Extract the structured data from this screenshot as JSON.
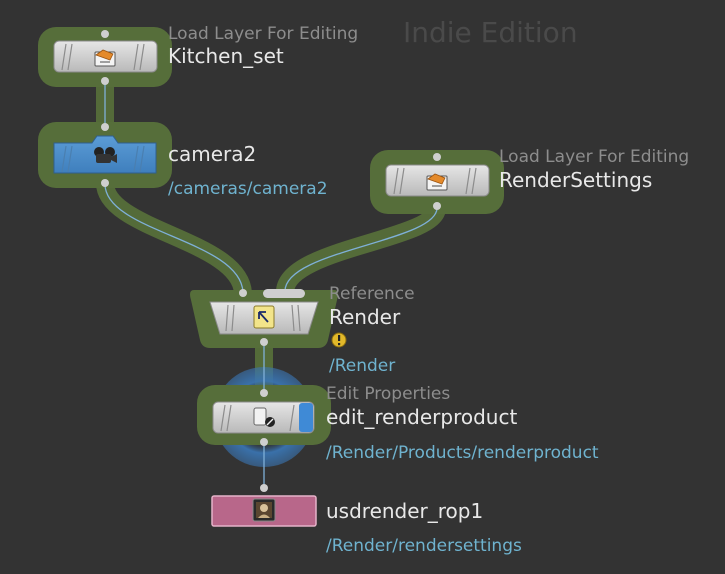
{
  "watermark": "Indie Edition",
  "nodes": {
    "kitchen": {
      "type": "Load Layer For Editing",
      "name": "Kitchen_set",
      "icon": "open-folder-icon"
    },
    "camera": {
      "name": "camera2",
      "path": "/cameras/camera2",
      "icon": "camera-icon"
    },
    "render_settings": {
      "type": "Load Layer For Editing",
      "name": "RenderSettings",
      "icon": "open-folder-icon"
    },
    "render": {
      "type": "Reference",
      "name": "Render",
      "path": "/Render",
      "icon": "reference-arrow-icon"
    },
    "edit": {
      "type": "Edit Properties",
      "name": "edit_renderproduct",
      "path": "/Render/Products/renderproduct",
      "icon": "edit-properties-icon"
    },
    "rop": {
      "name": "usdrender_rop1",
      "path": "/Render/rendersettings",
      "icon": "render-rop-icon"
    }
  },
  "colors": {
    "background": "#333333",
    "node_grey": "#d0d0d0",
    "camera_blue": "#4d8fcc",
    "rop_pink": "#b8678a",
    "highlight_green": "#566e3a",
    "wire": "#7fb0d8",
    "path_text": "#6fb3cf",
    "selection_ring": "#3a74b0"
  }
}
